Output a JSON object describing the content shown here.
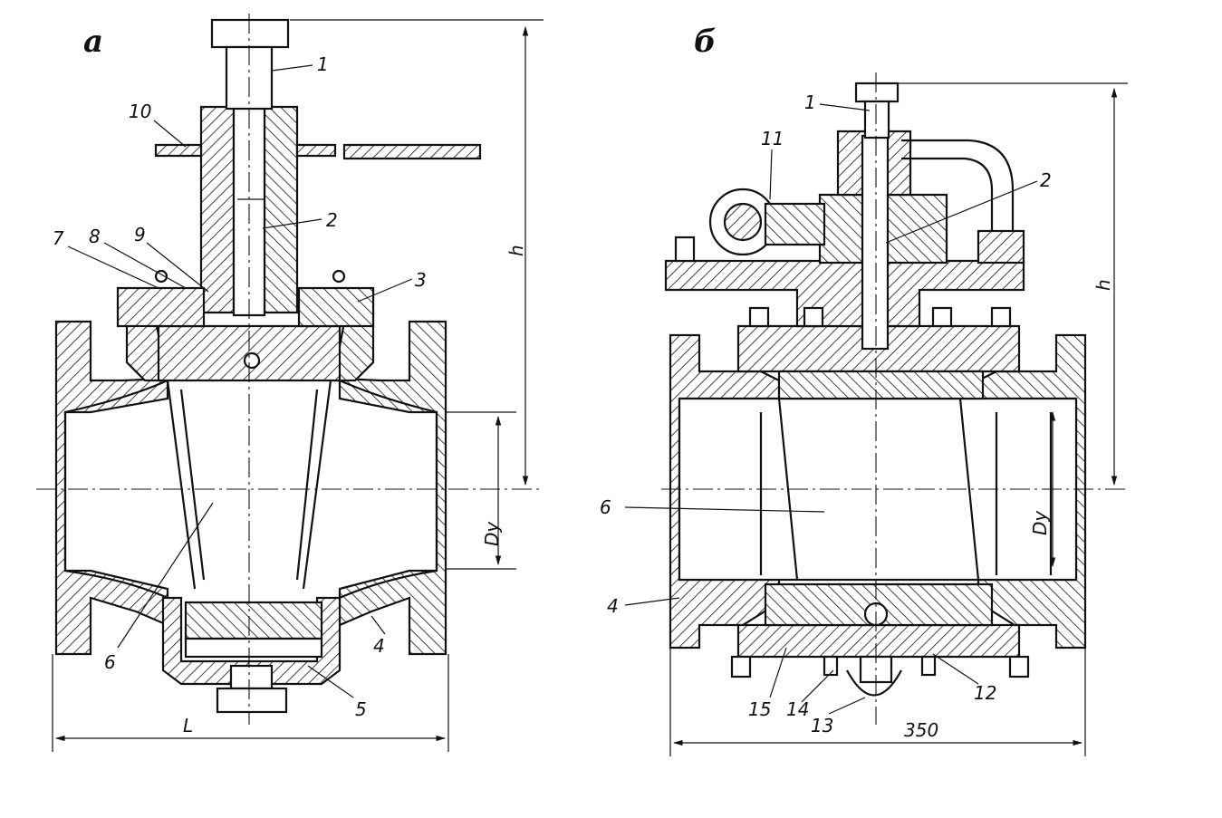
{
  "panel_a": {
    "label": "а",
    "numbers": [
      "1",
      "2",
      "3",
      "4",
      "5",
      "6",
      "7",
      "8",
      "9",
      "10"
    ],
    "dims": {
      "height": "h",
      "diameter": "Dy",
      "length": "L"
    }
  },
  "panel_b": {
    "label": "б",
    "numbers": [
      "1",
      "2",
      "4",
      "6",
      "11",
      "12",
      "13",
      "14",
      "15"
    ],
    "dims": {
      "height": "h",
      "diameter": "Dy",
      "length": "350"
    }
  }
}
